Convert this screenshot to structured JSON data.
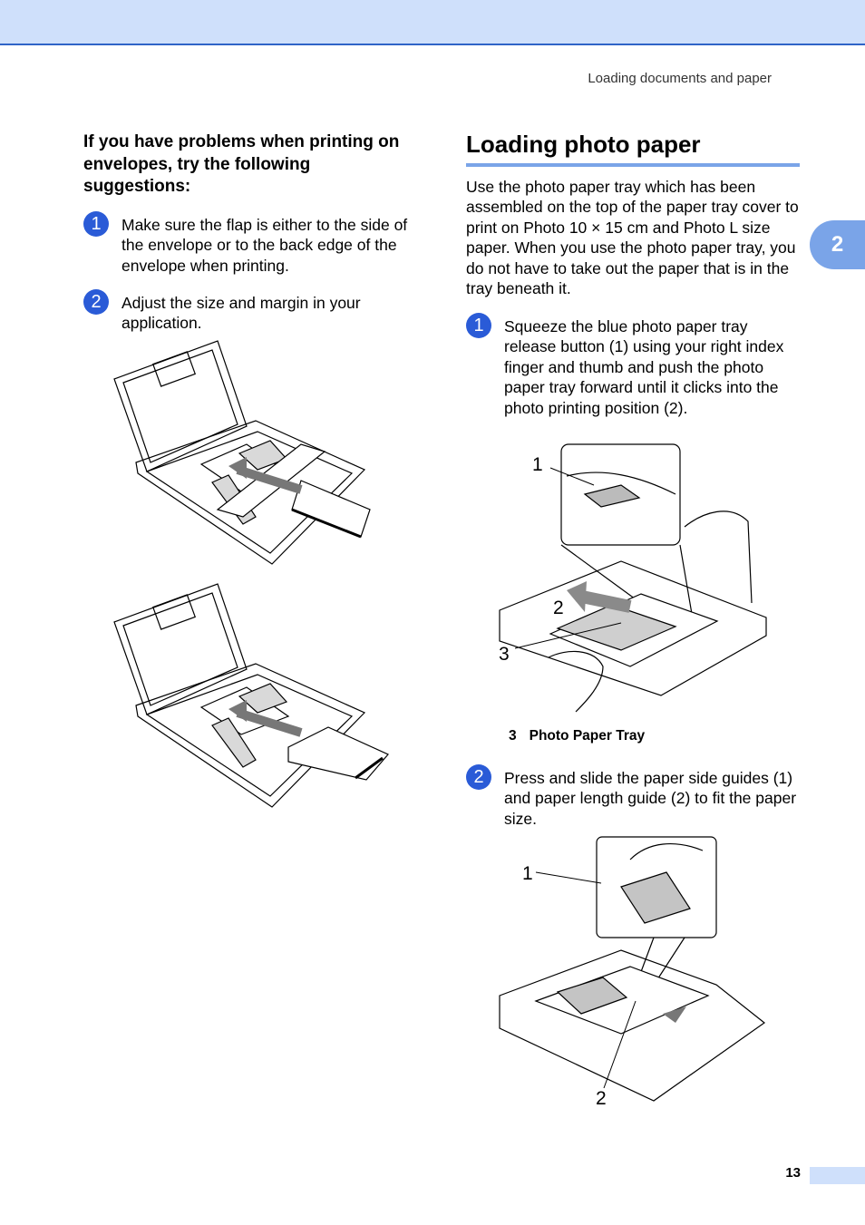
{
  "header": {
    "running_head": "Loading documents and paper",
    "chapter_tab": "2"
  },
  "left": {
    "heading": "If you have problems when printing on envelopes, try the following suggestions:",
    "steps": [
      {
        "marker": "1",
        "text": "Make sure the flap is either to the side of the envelope or to the back edge of the envelope when printing."
      },
      {
        "marker": "2",
        "text": "Adjust the size and margin in your application."
      }
    ]
  },
  "right": {
    "title": "Loading photo paper",
    "intro": "Use the photo paper tray which has been assembled on the top of the paper tray cover to print on Photo 10 × 15 cm and Photo L size paper. When you use the photo paper tray, you do not have to take out the paper that is in the tray beneath it.",
    "steps": [
      {
        "marker": "1",
        "text": "Squeeze the blue photo paper tray release button (1) using your right index finger and thumb and push the photo paper tray forward until it clicks into the photo printing position (2)."
      },
      {
        "marker": "2",
        "text": "Press and slide the paper side guides (1) and paper length guide (2) to fit the paper size."
      }
    ],
    "figure1_callouts": {
      "c1": "1",
      "c2": "2",
      "c3": "3"
    },
    "caption": {
      "number": "3",
      "text": "Photo Paper Tray"
    },
    "figure2_callouts": {
      "c1": "1",
      "c2": "2"
    }
  },
  "footer": {
    "page_number": "13"
  },
  "colors": {
    "accent": "#2a5bd7",
    "rule": "#7aa4e8",
    "band": "#cfe0fb"
  }
}
